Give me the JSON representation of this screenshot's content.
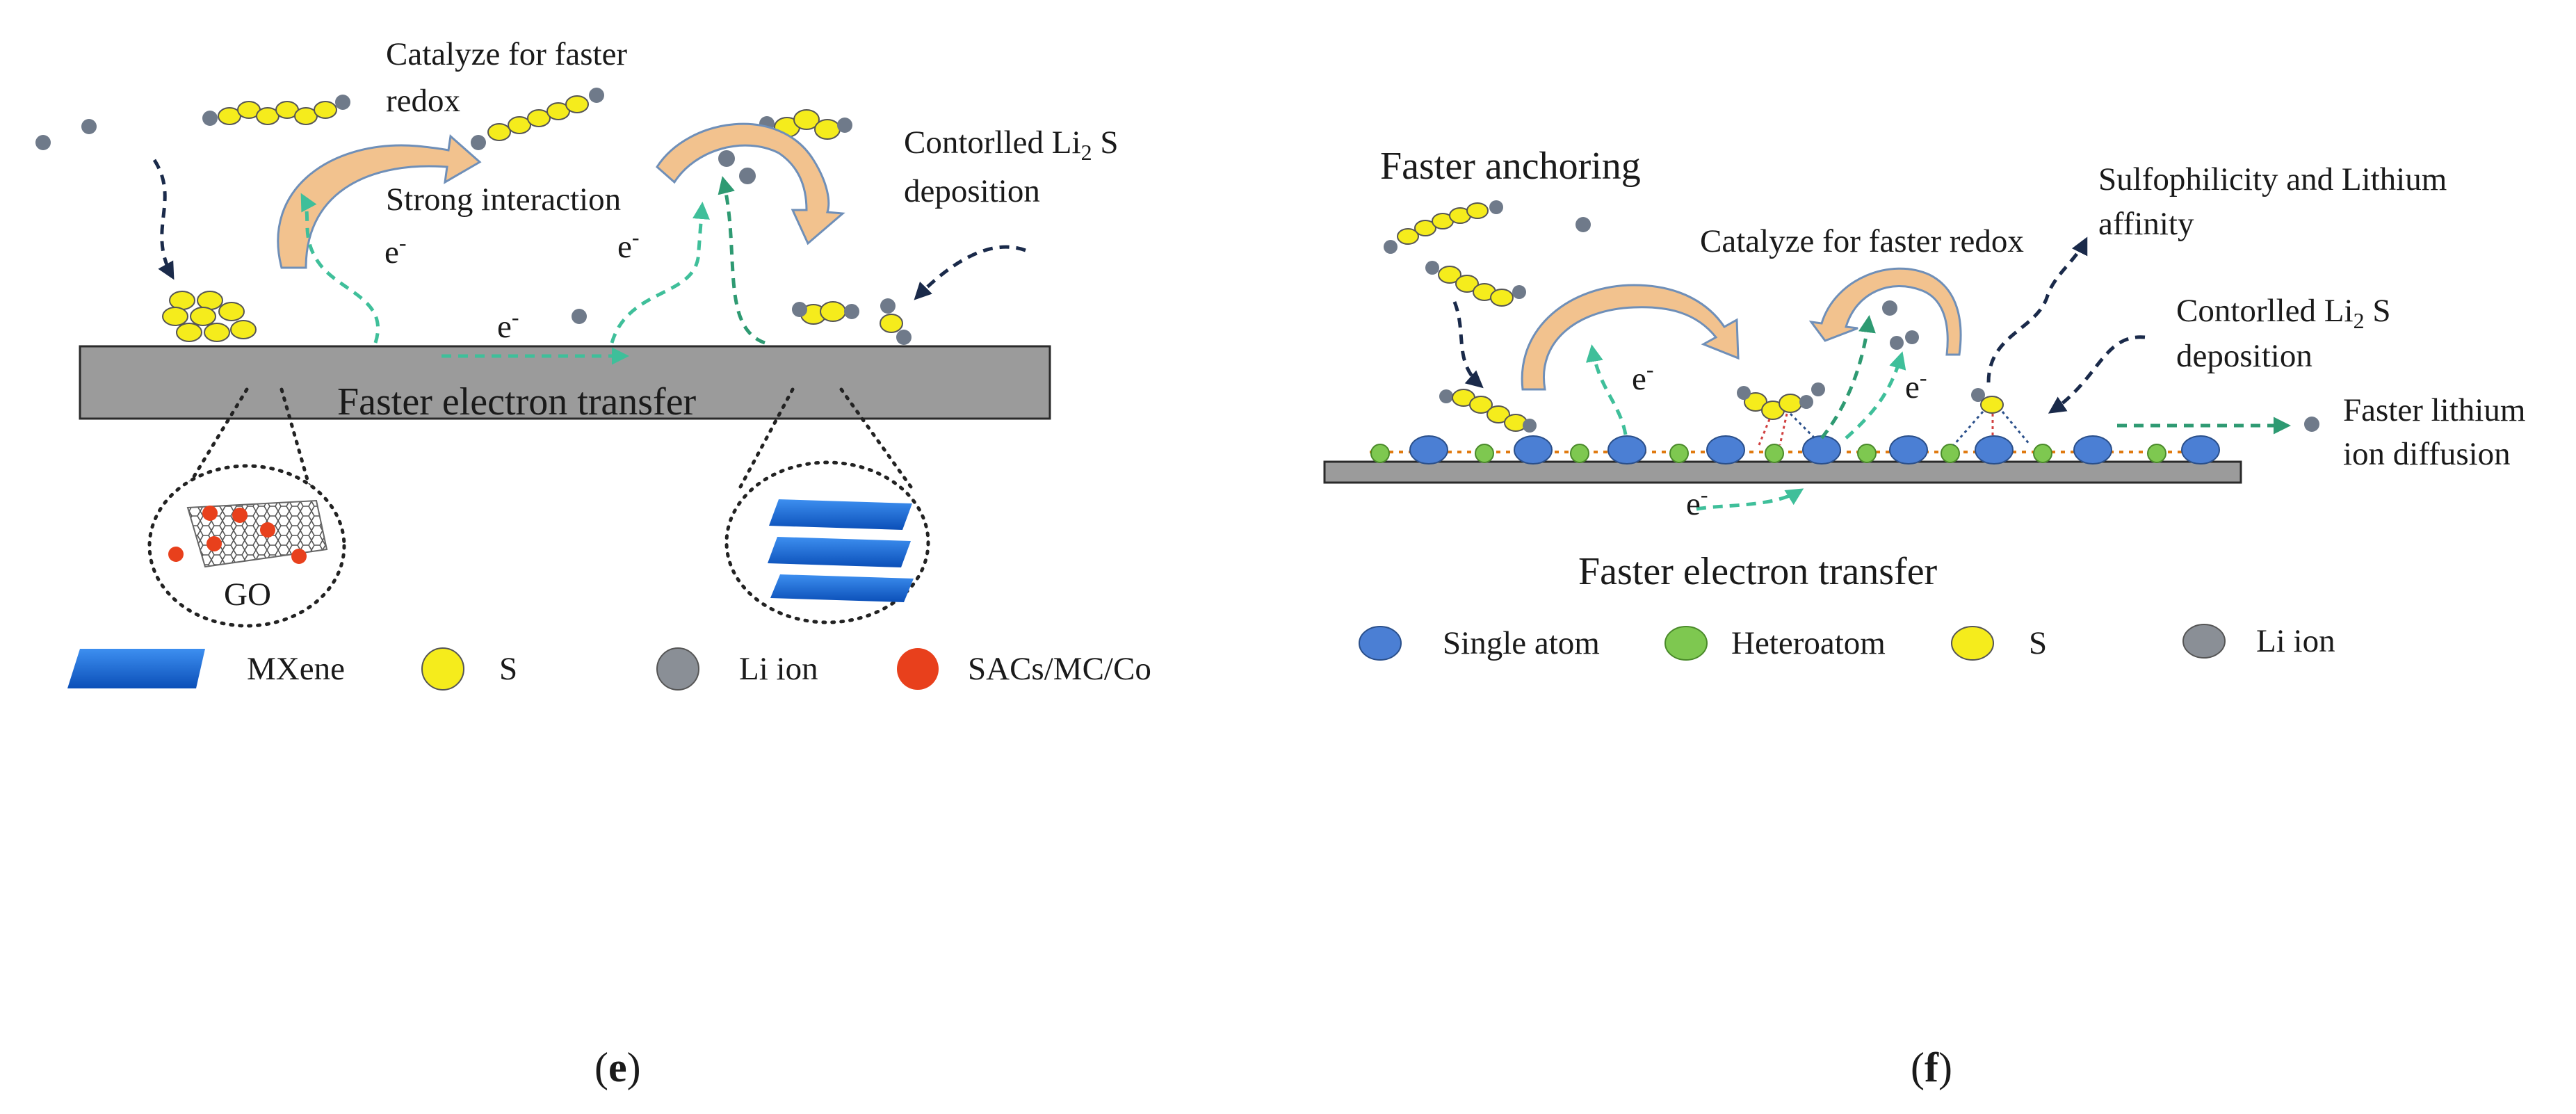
{
  "panel_e": {
    "caption": "e",
    "labels": {
      "catalyze_line1": "Catalyze for faster",
      "catalyze_line2": "redox",
      "controlled_line1": "Contorlled Li",
      "controlled_sub": "2",
      "controlled_tail": " S",
      "controlled_line2": "deposition",
      "strong_interaction": "Strong interaction",
      "electron": "e",
      "electron_sup": "-",
      "substrate": "Faster electron transfer",
      "go": "GO"
    },
    "legend": [
      {
        "key": "mxene",
        "label": "MXene"
      },
      {
        "key": "s",
        "label": "S"
      },
      {
        "key": "li",
        "label": "Li ion"
      },
      {
        "key": "sac",
        "label": "SACs/MC/Co"
      }
    ]
  },
  "panel_f": {
    "caption": "f",
    "labels": {
      "anchoring": "Faster anchoring",
      "catalyze": "Catalyze for faster redox",
      "sulfo_line1": "Sulfophilicity and Lithium",
      "sulfo_line2": "affinity",
      "controlled_line1": "Contorlled Li",
      "controlled_sub": "2",
      "controlled_tail": " S",
      "controlled_line2": "deposition",
      "diffusion_line1": "Faster lithium",
      "diffusion_line2": "ion diffusion",
      "electron": "e",
      "electron_sup": "-",
      "transfer": "Faster electron transfer"
    },
    "legend": [
      {
        "key": "single",
        "label": "Single atom"
      },
      {
        "key": "hetero",
        "label": "Heteroatom"
      },
      {
        "key": "s",
        "label": "S"
      },
      {
        "key": "li",
        "label": "Li ion"
      }
    ]
  },
  "colors": {
    "sulfur": "#f5ec1c",
    "li_ion": "#6f7a8a",
    "sac": "#e8401c",
    "single_atom": "#4b7fd4",
    "heteroatom": "#7ec850",
    "substrate": "#9b9b9b",
    "arrow_dark": "#1a2a4a",
    "arrow_green": "#2e9a72",
    "curved_arrow": "#f2c28e"
  }
}
